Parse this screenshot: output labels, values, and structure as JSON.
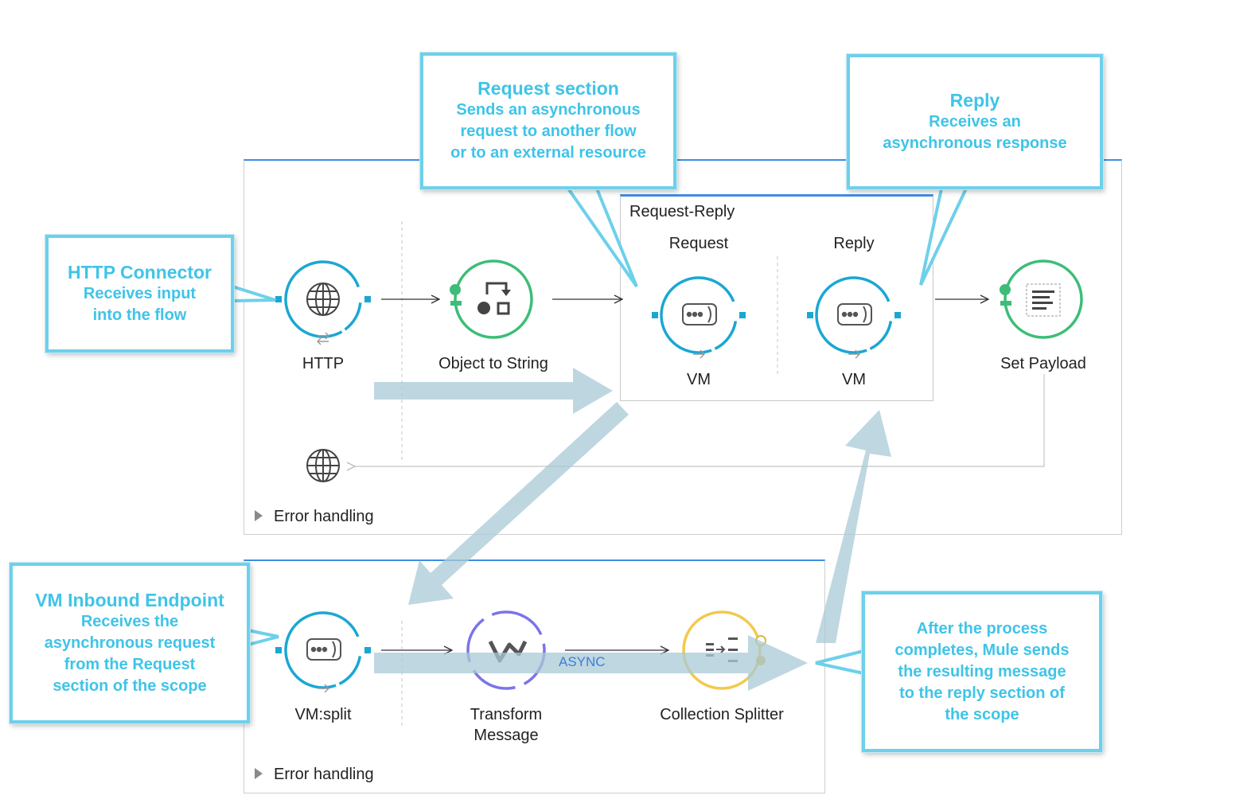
{
  "flows": {
    "main": {
      "error_handling": "Error handling",
      "nodes": {
        "http": "HTTP",
        "object_to_string": "Object to String",
        "set_payload": "Set Payload"
      },
      "scope": {
        "title": "Request-Reply",
        "request_label": "Request",
        "reply_label": "Reply",
        "request_node": "VM",
        "reply_node": "VM"
      }
    },
    "split": {
      "error_handling": "Error handling",
      "async_label": "ASYNC",
      "nodes": {
        "vm_split": "VM:split",
        "transform_line1": "Transform",
        "transform_line2": "Message",
        "collection_splitter": "Collection Splitter"
      }
    }
  },
  "callouts": {
    "http": {
      "title": "HTTP Connector",
      "line1": "Receives input",
      "line2": "into the flow"
    },
    "request": {
      "title": "Request section",
      "line1": "Sends an asynchronous",
      "line2": "request to another flow",
      "line3": "or to an external resource"
    },
    "reply": {
      "title": "Reply",
      "line1": "Receives an",
      "line2": "asynchronous response"
    },
    "vm_inbound": {
      "title": "VM Inbound Endpoint",
      "line1": "Receives the",
      "line2": "asynchronous request",
      "line3": "from the Request",
      "line4": "section of the scope"
    },
    "after": {
      "line1": "After the process",
      "line2": "completes, Mule sends",
      "line3": "the resulting message",
      "line4": "to the reply section of",
      "line5": "the scope"
    }
  },
  "colors": {
    "flow_border_accent": "#3d8fe0",
    "node_blue": "#1aa7d3",
    "node_green": "#3dbd78",
    "node_purple": "#7b74e8",
    "node_yellow": "#f2c94c",
    "callout_text": "#3fc4e8",
    "callout_border": "#6ed0ea",
    "big_arrow": "#a9c9d6"
  },
  "icons": [
    "globe-icon",
    "transformer-icon",
    "vm-queue-icon",
    "payload-icon",
    "dataweave-icon",
    "splitter-icon",
    "exchange-icon",
    "expand-triangle-icon"
  ]
}
